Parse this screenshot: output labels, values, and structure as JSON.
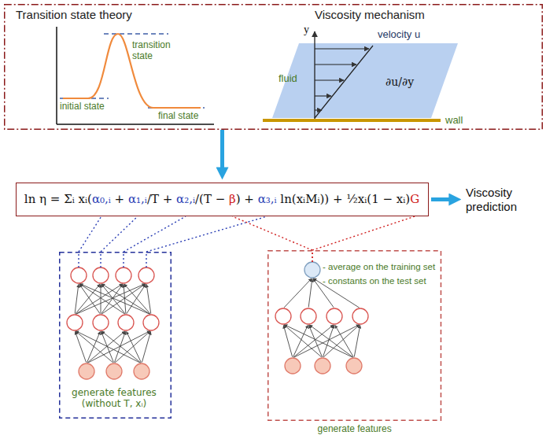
{
  "diagram": {
    "nodes": [
      {
        "text": [
          "Transition state theory",
          "Viscosity mechanism"
        ]
      },
      {
        "text": [
          "ln η = Σᵢ xᵢ(α₀,ᵢ + α₁,ᵢ/T + α₂,ᵢ/(T − β) + α₃,ᵢ ln(xᵢMᵢ)) + ½xᵢ(1 − xᵢ)G"
        ]
      },
      {
        "text": [
          "generate features (without T, xᵢ)"
        ]
      },
      {
        "text": [
          "- average on the training set",
          "- constants on the test set",
          "generate features"
        ]
      }
    ],
    "edges": [
      {
        "from": 0,
        "to": 1,
        "arrow": "to"
      },
      {
        "from": 2,
        "to": 1,
        "arrow": "none"
      },
      {
        "from": 2,
        "to": 1,
        "arrow": "none"
      },
      {
        "from": 2,
        "to": 1,
        "arrow": "none"
      },
      {
        "from": 2,
        "to": 1,
        "arrow": "none"
      },
      {
        "from": 3,
        "to": 1,
        "arrow": "none"
      },
      {
        "from": 3,
        "to": 1,
        "arrow": "none"
      }
    ],
    "labels": [
      "transition state",
      "initial state",
      "final state",
      "y",
      "velocity u",
      "fluid",
      "∂u/∂y",
      "wall",
      "Viscosity prediction"
    ]
  }
}
